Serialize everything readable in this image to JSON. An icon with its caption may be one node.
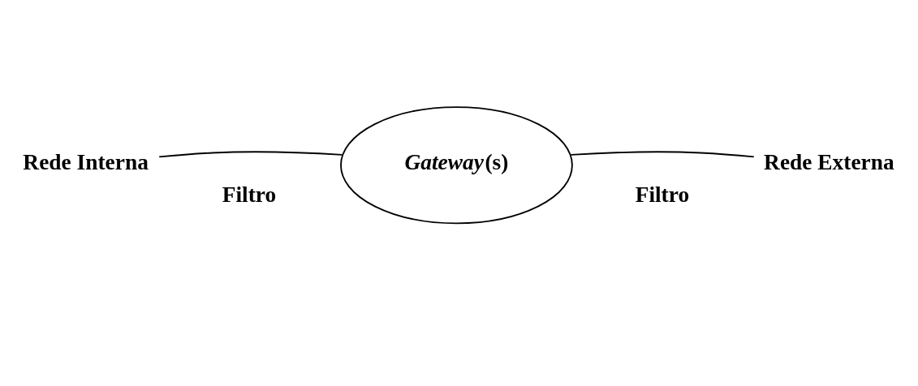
{
  "diagram": {
    "nodes": [
      {
        "text": [
          "Rede Interna"
        ]
      },
      {
        "text": [
          "*Gateway*(s)"
        ]
      },
      {
        "text": [
          "Rede Externa"
        ]
      }
    ],
    "edges": [
      {
        "from": 0,
        "to": 1,
        "arrow": "none"
      },
      {
        "from": 1,
        "to": 2,
        "arrow": "none"
      }
    ],
    "labels": [
      "Filtro",
      "Filtro"
    ]
  }
}
